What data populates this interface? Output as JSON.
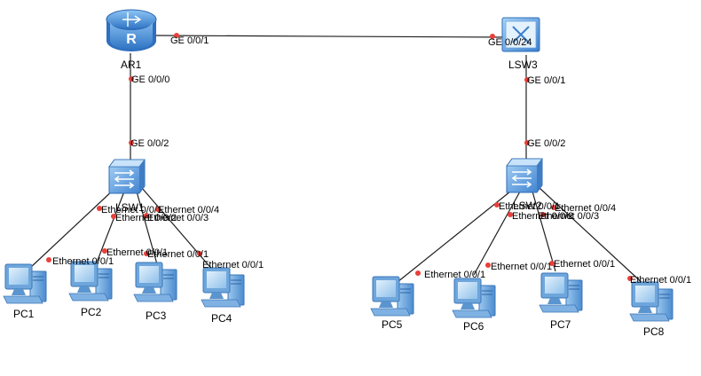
{
  "theme": {
    "link_color": "#1f1f1f",
    "port_dot_color": "#e8403a",
    "device_blue": "#4a8fd9",
    "pc_color": "#5f9fd8"
  },
  "devices": {
    "ar1": {
      "label": "AR1",
      "glyph": "R"
    },
    "lsw1": {
      "label": "LSW1"
    },
    "lsw2": {
      "label": "LSW2"
    },
    "lsw3": {
      "label": "LSW3"
    },
    "pc1": {
      "label": "PC1"
    },
    "pc2": {
      "label": "PC2"
    },
    "pc3": {
      "label": "PC3"
    },
    "pc4": {
      "label": "PC4"
    },
    "pc5": {
      "label": "PC5"
    },
    "pc6": {
      "label": "PC6"
    },
    "pc7": {
      "label": "PC7"
    },
    "pc8": {
      "label": "PC8"
    }
  },
  "links": {
    "ar1_lsw3": {
      "a_port": "GE 0/0/1",
      "b_port": "GE 0/0/24"
    },
    "ar1_lsw1": {
      "a_port": "GE 0/0/0",
      "b_port": "GE 0/0/2"
    },
    "lsw3_lsw2": {
      "a_port": "GE 0/0/1",
      "b_port": "GE 0/0/2"
    },
    "lsw1_pc1": {
      "a_port": "Ethernet 0/0/1",
      "b_port": "Ethernet 0/0/1"
    },
    "lsw1_pc2": {
      "a_port": "Ethernet 0/0/2",
      "b_port": "Ethernet 0/0/1"
    },
    "lsw1_pc3": {
      "a_port": "Ethernet 0/0/3",
      "b_port": "Ethernet 0/0/1"
    },
    "lsw1_pc4": {
      "a_port": "Ethernet 0/0/4",
      "b_port": "Ethernet 0/0/1"
    },
    "lsw2_pc5": {
      "a_port": "Ethernet 0/0/1",
      "b_port": "Ethernet 0/0/1"
    },
    "lsw2_pc6": {
      "a_port": "Ethernet 0/0/2",
      "b_port": "Ethernet 0/0/1"
    },
    "lsw2_pc7": {
      "a_port": "Ethernet 0/0/3",
      "b_port": "Ethernet 0/0/1"
    },
    "lsw2_pc8": {
      "a_port": "Ethernet 0/0/4",
      "b_port": "Ethernet 0/0/1"
    }
  }
}
